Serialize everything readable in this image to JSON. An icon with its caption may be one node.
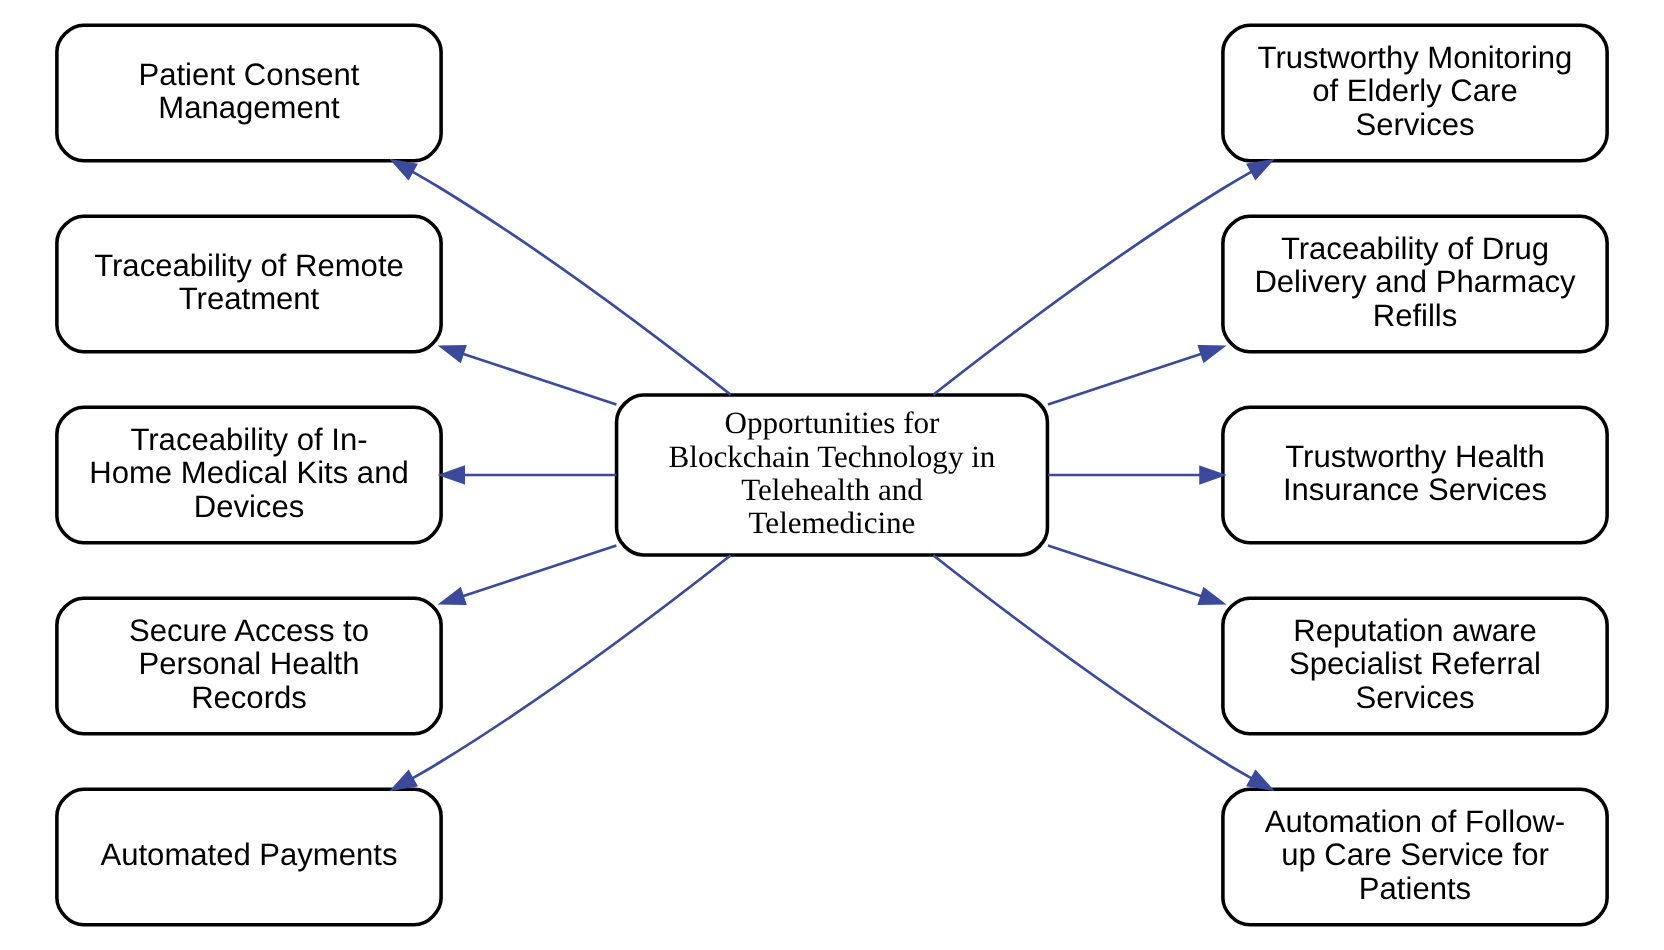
{
  "diagram": {
    "nodes": [
      {
        "text": [
          "Opportunities for Blockchain Technology in Telehealth and Telemedicine"
        ]
      },
      {
        "text": [
          "Patient Consent Management"
        ]
      },
      {
        "text": [
          "Traceability of Remote Treatment"
        ]
      },
      {
        "text": [
          "Traceability of In-Home Medical Kits and Devices"
        ]
      },
      {
        "text": [
          "Secure Access to Personal Health Records"
        ]
      },
      {
        "text": [
          "Automated Payments"
        ]
      },
      {
        "text": [
          "Trustworthy Monitoring of Elderly Care Services"
        ]
      },
      {
        "text": [
          "Traceability of Drug Delivery and Pharmacy Refills"
        ]
      },
      {
        "text": [
          "Trustworthy Health Insurance Services"
        ]
      },
      {
        "text": [
          "Reputation aware Specialist Referral Services"
        ]
      },
      {
        "text": [
          "Automation of Follow-up Care Service for Patients"
        ]
      }
    ],
    "edges": [
      {
        "from": 0,
        "to": 1,
        "arrow": "to"
      },
      {
        "from": 0,
        "to": 2,
        "arrow": "to"
      },
      {
        "from": 0,
        "to": 3,
        "arrow": "to"
      },
      {
        "from": 0,
        "to": 4,
        "arrow": "to"
      },
      {
        "from": 0,
        "to": 5,
        "arrow": "to"
      },
      {
        "from": 0,
        "to": 6,
        "arrow": "to"
      },
      {
        "from": 0,
        "to": 7,
        "arrow": "to"
      },
      {
        "from": 0,
        "to": 8,
        "arrow": "to"
      },
      {
        "from": 0,
        "to": 9,
        "arrow": "to"
      },
      {
        "from": 0,
        "to": 10,
        "arrow": "to"
      }
    ]
  }
}
